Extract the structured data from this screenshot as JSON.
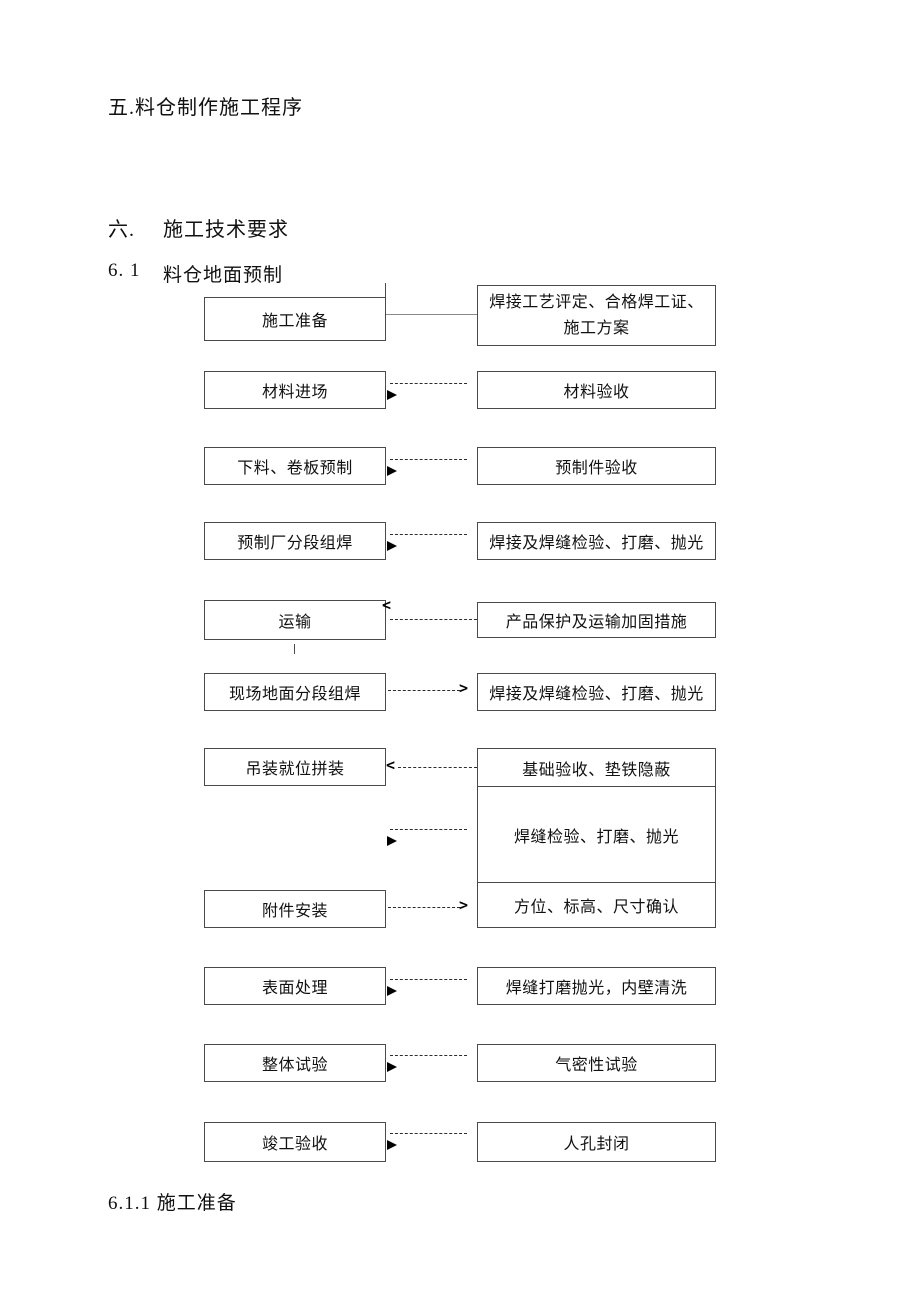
{
  "page": {
    "title5": "五.料仓制作施工程序",
    "title6_num": "六.",
    "title6_text": "施工技术要求",
    "sub61_num": "6. 1",
    "sub61_text": "料仓地面预制",
    "sub611": "6.1.1 施工准备"
  },
  "flowchart": {
    "steps": [
      "施工准备",
      "材料进场",
      "下料、卷板预制",
      "预制厂分段组焊",
      "运输",
      "现场地面分段组焊",
      "吊装就位拼装",
      "附件安装",
      "表面处理",
      "整体试验",
      "竣工验收"
    ],
    "checks": {
      "r1_line1": "焊接工艺评定、合格焊工证、",
      "r1_line2": "施工方案",
      "r2": "材料验收",
      "r3": "预制件验收",
      "r4": "焊接及焊缝检验、打磨、抛光",
      "r5": "产品保护及运输加固措施",
      "r6": "焊接及焊缝检验、打磨、抛光",
      "r7a": "基础验收、垫铁隐蔽",
      "r7b": "焊缝检验、打磨、抛光",
      "r7c": "方位、标高、尺寸确认",
      "r9": "焊缝打磨抛光，内壁清洗",
      "r10": "气密性试验",
      "r11": "人孔封闭"
    },
    "glyphs": {
      "arrow_left": "<",
      "arrow_right": ">"
    }
  }
}
